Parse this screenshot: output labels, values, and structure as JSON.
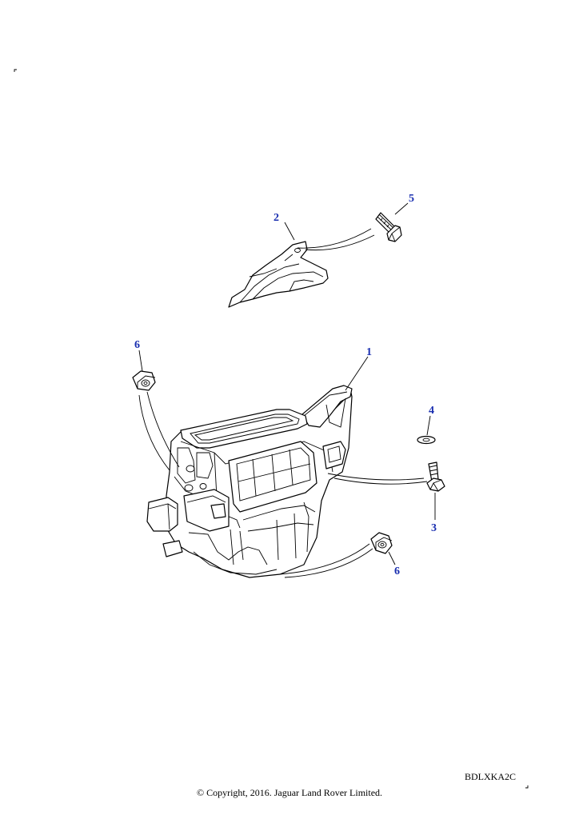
{
  "callouts": [
    {
      "id": "1",
      "label": "1"
    },
    {
      "id": "2",
      "label": "2"
    },
    {
      "id": "3",
      "label": "3"
    },
    {
      "id": "4",
      "label": "4"
    },
    {
      "id": "5",
      "label": "5"
    },
    {
      "id": "6a",
      "label": "6"
    },
    {
      "id": "6b",
      "label": "6"
    }
  ],
  "colors": {
    "callout": "#1a2fb0",
    "linework": "#000000"
  },
  "reference_code": "BDLXKA2C",
  "copyright": "© Copyright, 2016. Jaguar Land Rover Limited."
}
